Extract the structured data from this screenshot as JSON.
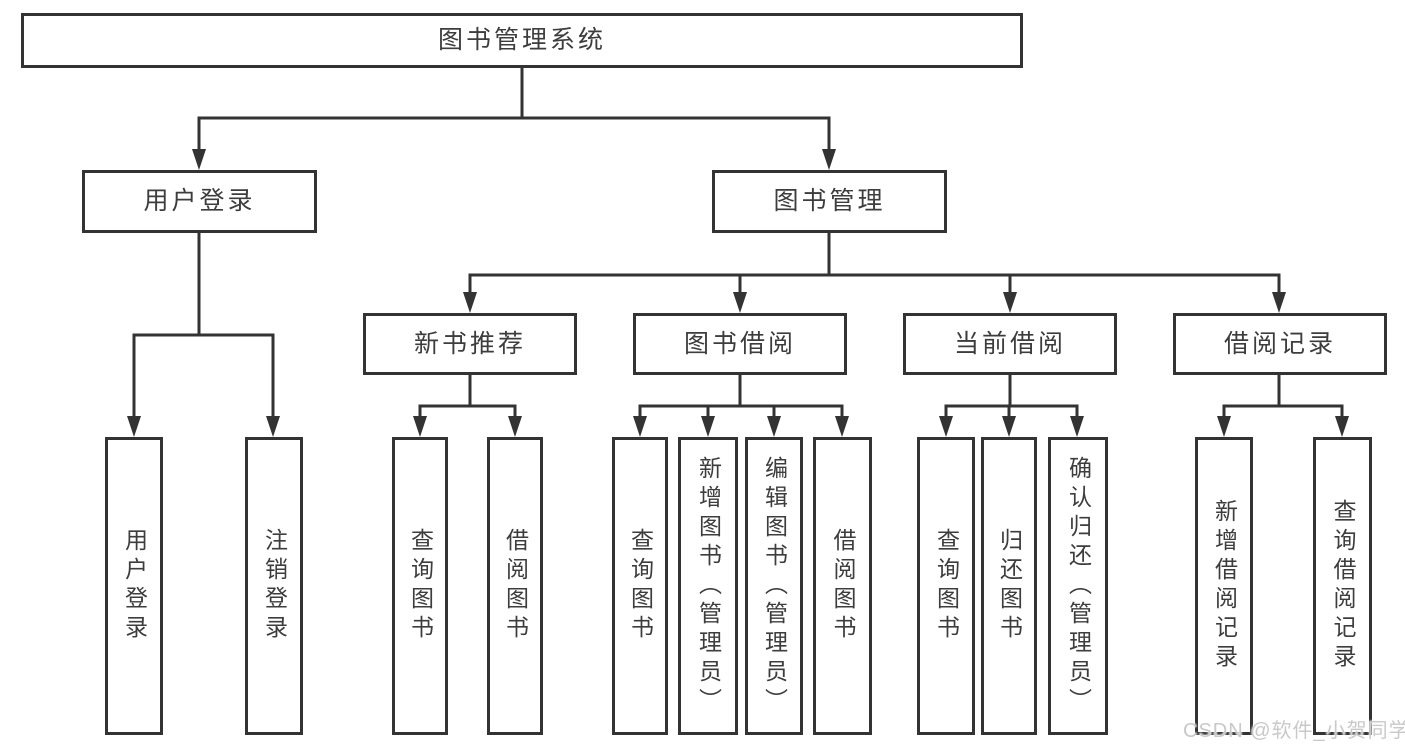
{
  "nodes": {
    "root": "图书管理系统",
    "level2": [
      "用户登录",
      "图书管理"
    ],
    "level3": [
      "新书推荐",
      "图书借阅",
      "当前借阅",
      "借阅记录"
    ],
    "leaves_user_login": [
      "用户登录",
      "注销登录"
    ],
    "leaves_new_book": [
      "查询图书",
      "借阅图书"
    ],
    "leaves_book_borrow": [
      "查询图书",
      "新增图书（管理员）",
      "编辑图书（管理员）",
      "借阅图书"
    ],
    "leaves_current_borrow": [
      "查询图书",
      "归还图书",
      "确认归还（管理员）"
    ],
    "leaves_borrow_records": [
      "新增借阅记录",
      "查询借阅记录"
    ]
  },
  "watermark": "CSDN @软件_小贺同学",
  "colors": {
    "line": "#333333",
    "text": "#3d3d3d",
    "box_background": "#ffffff",
    "watermark": "#c9c9c9"
  }
}
